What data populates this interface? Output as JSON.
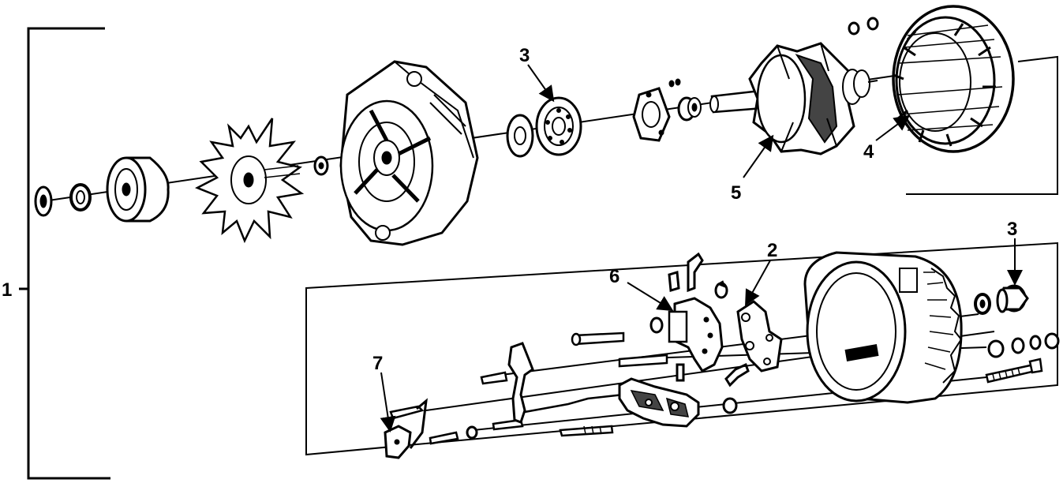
{
  "callouts": {
    "c1": "1",
    "c2": "2",
    "c3a": "3",
    "c3b": "3",
    "c4": "4",
    "c5": "5",
    "c6": "6",
    "c7": "7"
  },
  "colors": {
    "ink": "#000000",
    "paper": "#ffffff"
  }
}
